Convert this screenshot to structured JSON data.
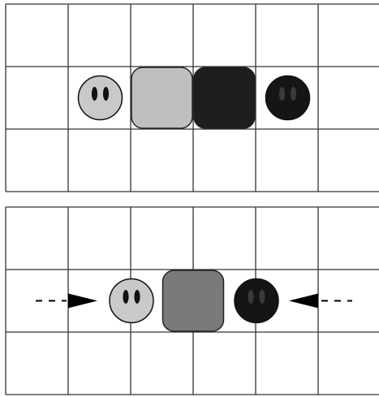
{
  "panels": [
    {
      "id": "before",
      "grid": {
        "cols": 6,
        "rows": 3
      },
      "blocks": [
        {
          "name": "light-block",
          "col": 2,
          "row": 1,
          "color": "#bfbfbf"
        },
        {
          "name": "dark-block",
          "col": 3,
          "row": 1,
          "color": "#1e1e1e"
        }
      ],
      "characters": [
        {
          "name": "light-character",
          "col": 1,
          "row": 1,
          "face_color": "#c9c9c9",
          "eye_color": "#111111"
        },
        {
          "name": "dark-character",
          "col": 4,
          "row": 1,
          "face_color": "#151515",
          "eye_color": "#3a3a3a"
        }
      ],
      "arrows": []
    },
    {
      "id": "after",
      "grid": {
        "cols": 6,
        "rows": 3
      },
      "blocks": [
        {
          "name": "merged-block",
          "col": 2.5,
          "row": 1,
          "color": "#7a7a7a"
        }
      ],
      "characters": [
        {
          "name": "light-character",
          "col": 1.5,
          "row": 1,
          "face_color": "#c9c9c9",
          "eye_color": "#111111"
        },
        {
          "name": "dark-character",
          "col": 3.5,
          "row": 1,
          "face_color": "#151515",
          "eye_color": "#3a3a3a"
        }
      ],
      "arrows": [
        {
          "name": "push-right-arrow",
          "direction": "right",
          "row": 1,
          "side": "left"
        },
        {
          "name": "push-left-arrow",
          "direction": "left",
          "row": 1,
          "side": "right"
        }
      ]
    }
  ],
  "colors": {
    "grid_line": "#333333",
    "block_outline": "#222222",
    "arrow": "#000000"
  }
}
